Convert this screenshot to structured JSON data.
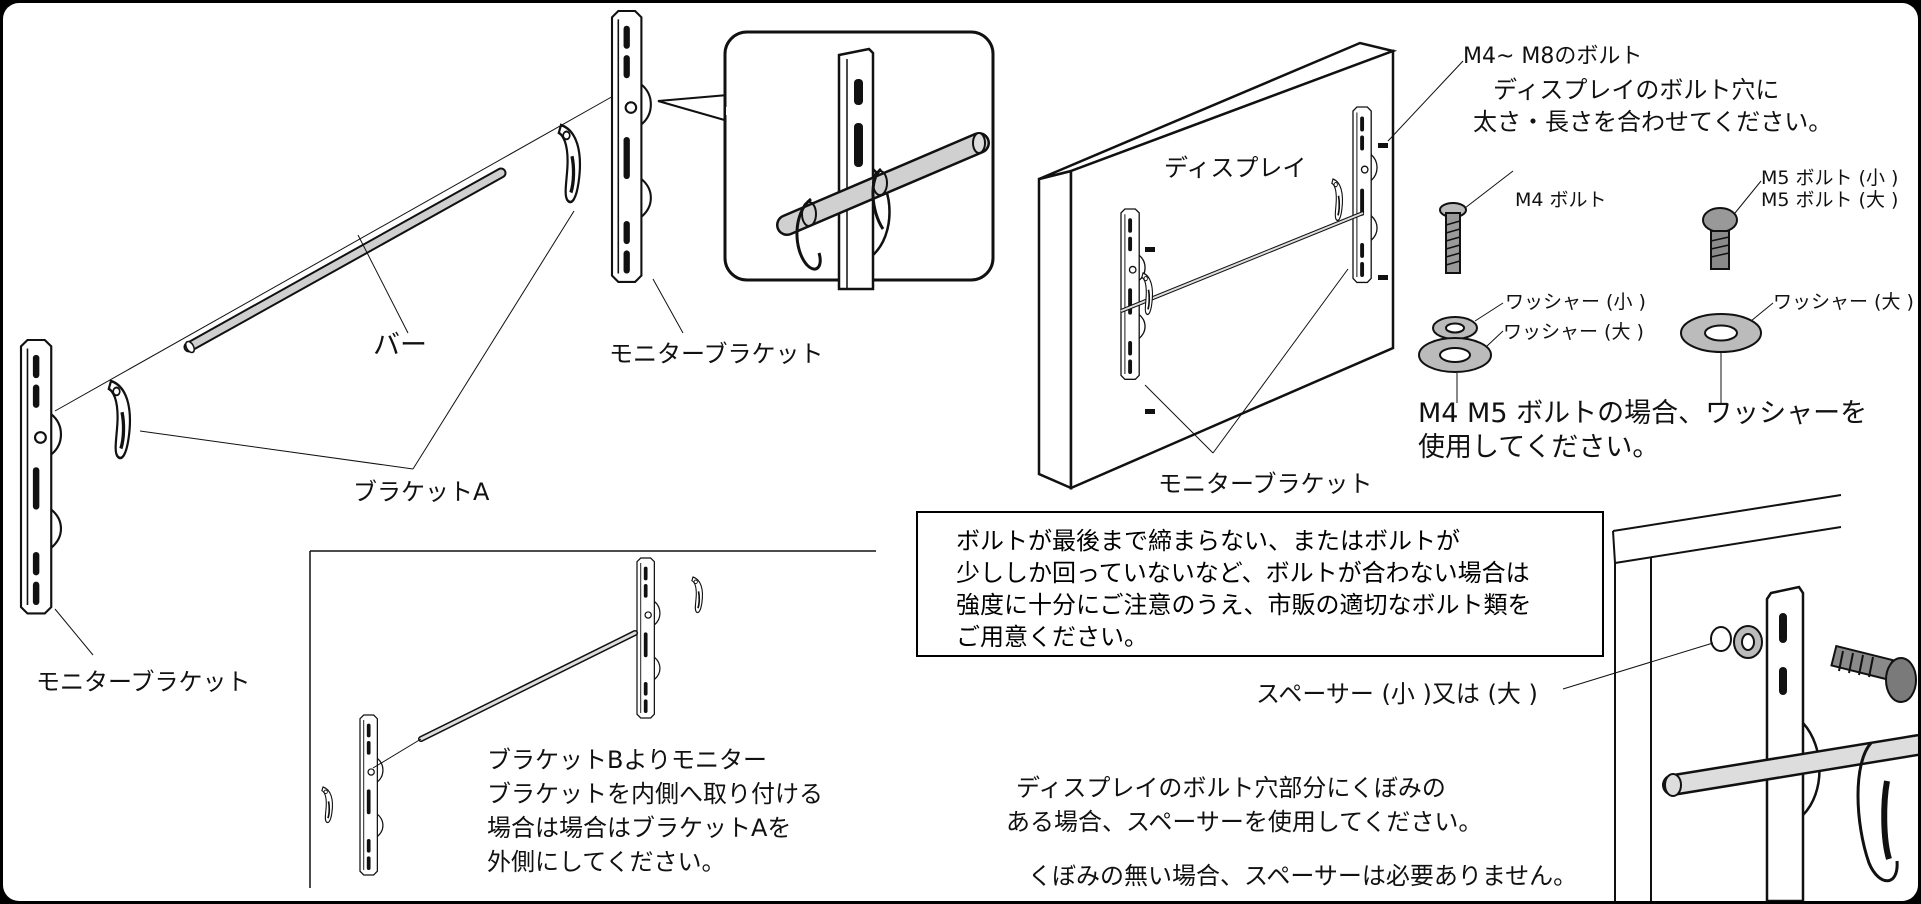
{
  "labels": {
    "bar": "バー",
    "monitor_bracket_top": "モニターブラケット",
    "monitor_bracket_left": "モニターブラケット",
    "bracket_a": "ブラケットA",
    "display": "ディスプレイ",
    "monitor_bracket_display": "モニターブラケット",
    "m4_m8_bolt": "M4~ M8のボルト",
    "m4_m8_desc_1": "ディスプレイのボルト穴に",
    "m4_m8_desc_2": "太さ・長さを合わせてください。",
    "m4_bolt": "M4 ボルト",
    "m5_bolt_small": "M5 ボルト (小 )",
    "m5_bolt_large": "M5 ボルト (大 )",
    "washer_small": "ワッシャー (小 )",
    "washer_large": "ワッシャー (大 )",
    "washer_large_2": "ワッシャー (大 )",
    "m4_m5_note_1": "M4  M5 ボルトの場合、ワッシャーを",
    "m4_m5_note_2": "使用してください。",
    "spacer": "スペーサー (小 )又は (大 )",
    "inset_note_1": "ブラケットBよりモニター",
    "inset_note_2": "ブラケットを内側へ取り付ける",
    "inset_note_3": "場合は場合はブラケットAを",
    "inset_note_4": "外側にしてください。",
    "spacer_note_1": "ディスプレイのボルト穴部分にくぼみの",
    "spacer_note_2": "ある場合、スペーサーを使用してください。",
    "spacer_note_3": "くぼみの無い場合、スペーサーは必要ありません。"
  },
  "warning_box": {
    "line1": "ボルトが最後まで締まらない、またはボルトが",
    "line2": "少ししか回っていないなど、ボルトが合わない場合は",
    "line3": "強度に十分にご注意のうえ、市販の適切なボルト類を",
    "line4": "ご用意ください。"
  }
}
